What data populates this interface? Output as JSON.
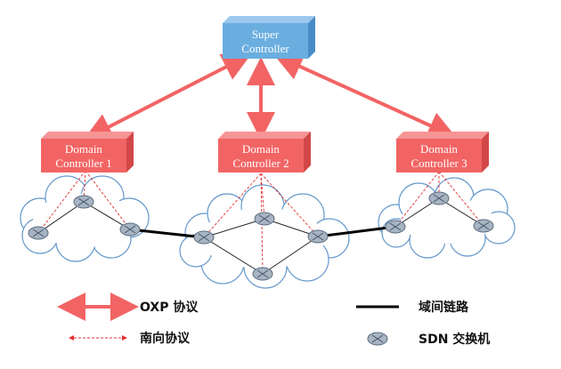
{
  "super_controller": {
    "line1": "Super",
    "line2": "Controller",
    "color": "#6aaee0"
  },
  "domains": [
    {
      "line1": "Domain",
      "line2": "Controller 1"
    },
    {
      "line1": "Domain",
      "line2": "Controller 2"
    },
    {
      "line1": "Domain",
      "line2": "Controller 3"
    }
  ],
  "domain_color": "#f26464",
  "legend": {
    "oxp": "OXP 协议",
    "southbound": "南向协议",
    "interdomain": "域间链路",
    "switch": "SDN 交换机"
  }
}
